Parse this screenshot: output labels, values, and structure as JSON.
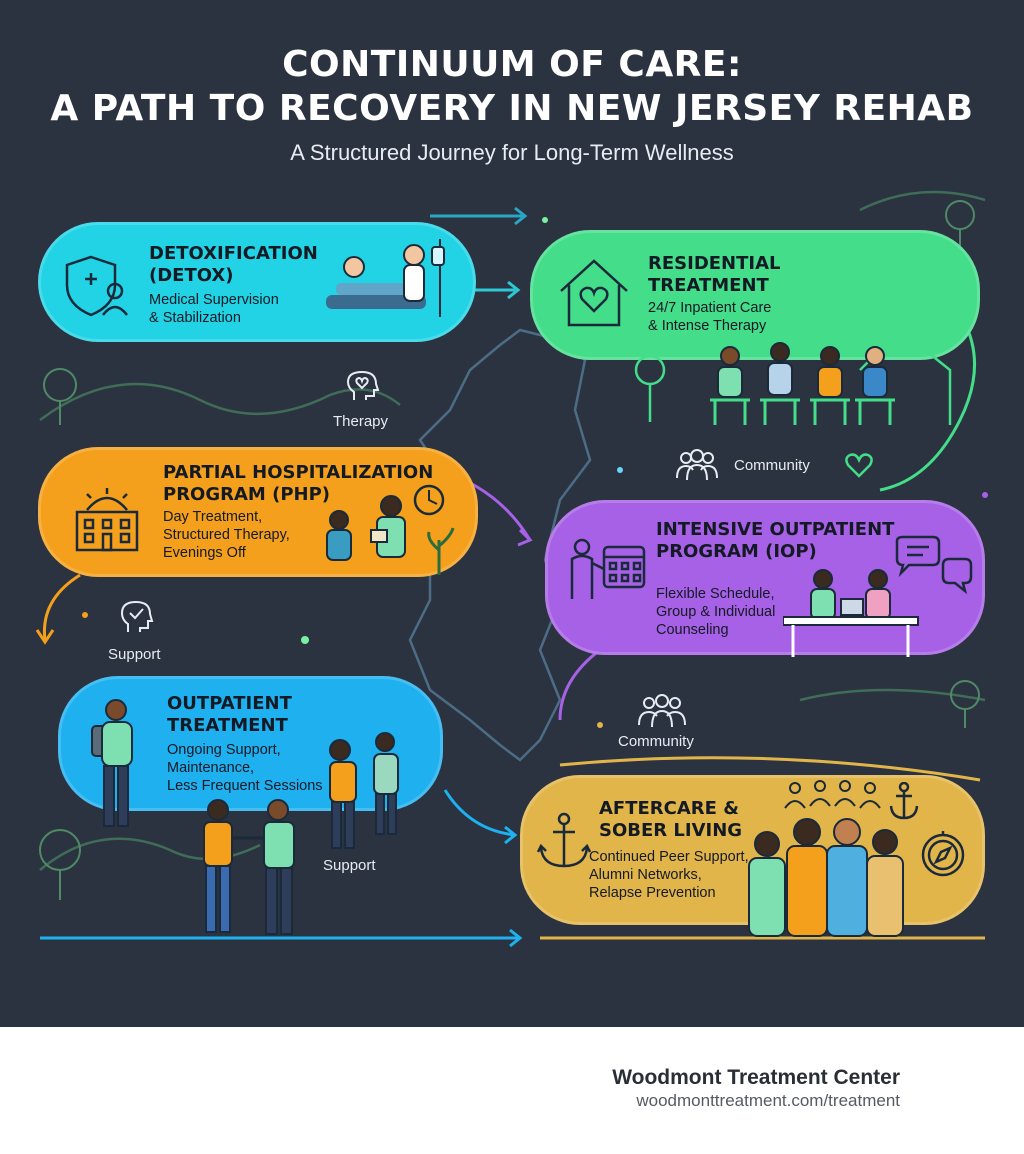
{
  "title_line_1": "CONTINUUM OF CARE:",
  "title_line_2": "A PATH TO RECOVERY IN NEW JERSEY REHAB",
  "subtitle": "A Structured Journey for Long-Term Wellness",
  "colors": {
    "background": "#2b3340",
    "detox": "#22d3e6",
    "residential": "#44dd8a",
    "php": "#f4a01c",
    "iop": "#a661e6",
    "outpatient": "#1fb0f0",
    "aftercare": "#e2b54a"
  },
  "stages": [
    {
      "id": "detox",
      "title": "DETOXIFICATION\n(DETOX)",
      "description": "Medical Supervision\n& Stabilization",
      "icon": "shield-medical-icon"
    },
    {
      "id": "residential",
      "title": "RESIDENTIAL\nTREATMENT",
      "description": "24/7 Inpatient Care\n& Intense Therapy",
      "icon": "house-heart-icon"
    },
    {
      "id": "php",
      "title": "PARTIAL HOSPITALIZATION\nPROGRAM (PHP)",
      "description": "Day Treatment,\nStructured Therapy,\nEvenings Off",
      "icon": "hospital-sun-icon"
    },
    {
      "id": "iop",
      "title": "INTENSIVE OUTPATIENT\nPROGRAM (IOP)",
      "description": "Flexible Schedule,\nGroup & Individual\nCounseling",
      "icon": "person-calendar-icon"
    },
    {
      "id": "outpatient",
      "title": "OUTPATIENT\nTREATMENT",
      "description": "Ongoing Support,\nMaintenance,\nLess Frequent Sessions",
      "icon": "backpack-person-icon"
    },
    {
      "id": "aftercare",
      "title": "AFTERCARE &\nSOBER LIVING",
      "description": "Continued Peer Support,\nAlumni Networks,\nRelapse Prevention",
      "icon": "anchor-icon"
    }
  ],
  "labels": {
    "therapy": "Therapy",
    "community_1": "Community",
    "support_1": "Support",
    "community_2": "Community",
    "support_2": "Support"
  },
  "footer": {
    "brand": "Woodmont Treatment Center",
    "url": "woodmonttreatment.com/treatment"
  }
}
